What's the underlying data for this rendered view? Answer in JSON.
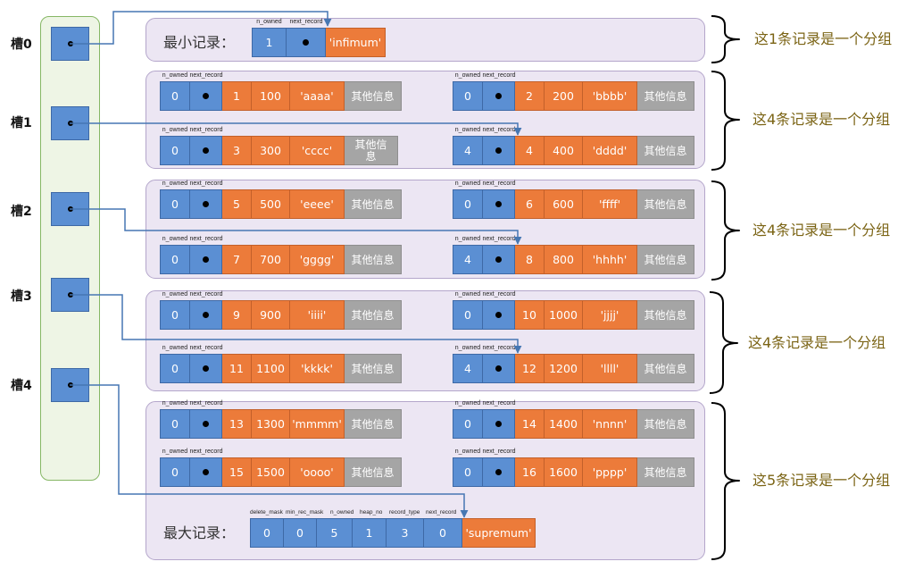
{
  "labels": {
    "n_owned": "n_owned",
    "next_record": "next_record",
    "delete_mask": "delete_mask",
    "min_rec_mask": "min_rec_mask",
    "heap_no": "heap_no",
    "record_type": "record_type",
    "other_info": "其他信息"
  },
  "slots": [
    {
      "label": "槽0"
    },
    {
      "label": "槽1"
    },
    {
      "label": "槽2"
    },
    {
      "label": "槽3"
    },
    {
      "label": "槽4"
    }
  ],
  "infimum": {
    "title": "最小记录：",
    "n_owned": "1",
    "value": "'infimum'"
  },
  "supremum": {
    "title": "最大记录：",
    "delete_mask": "0",
    "min_rec_mask": "0",
    "n_owned": "5",
    "heap_no": "1",
    "record_type": "3",
    "next_record": "0",
    "value": "'supremum'"
  },
  "groups": [
    {
      "caption": "这1条记录是一个分组"
    },
    {
      "caption": "这4条记录是一个分组",
      "records": [
        {
          "n_owned": "0",
          "col1": "1",
          "col2": "100",
          "col3": "'aaaa'"
        },
        {
          "n_owned": "0",
          "col1": "2",
          "col2": "200",
          "col3": "'bbbb'"
        },
        {
          "n_owned": "0",
          "col1": "3",
          "col2": "300",
          "col3": "'cccc'"
        },
        {
          "n_owned": "4",
          "col1": "4",
          "col2": "400",
          "col3": "'dddd'"
        }
      ]
    },
    {
      "caption": "这4条记录是一个分组",
      "records": [
        {
          "n_owned": "0",
          "col1": "5",
          "col2": "500",
          "col3": "'eeee'"
        },
        {
          "n_owned": "0",
          "col1": "6",
          "col2": "600",
          "col3": "'ffff'"
        },
        {
          "n_owned": "0",
          "col1": "7",
          "col2": "700",
          "col3": "'gggg'"
        },
        {
          "n_owned": "4",
          "col1": "8",
          "col2": "800",
          "col3": "'hhhh'"
        }
      ]
    },
    {
      "caption": "这4条记录是一个分组",
      "records": [
        {
          "n_owned": "0",
          "col1": "9",
          "col2": "900",
          "col3": "'iiii'"
        },
        {
          "n_owned": "0",
          "col1": "10",
          "col2": "1000",
          "col3": "'jjjj'"
        },
        {
          "n_owned": "0",
          "col1": "11",
          "col2": "1100",
          "col3": "'kkkk'"
        },
        {
          "n_owned": "4",
          "col1": "12",
          "col2": "1200",
          "col3": "'llll'"
        }
      ]
    },
    {
      "caption": "这5条记录是一个分组",
      "records": [
        {
          "n_owned": "0",
          "col1": "13",
          "col2": "1300",
          "col3": "'mmmm'"
        },
        {
          "n_owned": "0",
          "col1": "14",
          "col2": "1400",
          "col3": "'nnnn'"
        },
        {
          "n_owned": "0",
          "col1": "15",
          "col2": "1500",
          "col3": "'oooo'"
        },
        {
          "n_owned": "0",
          "col1": "16",
          "col2": "1600",
          "col3": "'pppp'"
        }
      ]
    }
  ],
  "icons": {
    "record_pointer": "pointer-dot-icon",
    "slot_link": "pointer-arrow-icon",
    "group_marker": "brace-icon"
  },
  "colors": {
    "slot_blue": "#5b8fd3",
    "blue_border": "#3e69a6",
    "field_orange": "#ec7b3a",
    "orange_border": "#c3602a",
    "other_gray": "#a5a5a5",
    "gray_border": "#8e8e8e",
    "group_fill": "#ece6f3",
    "group_border": "#b4a6cb",
    "panel_fill": "#eef5e5",
    "panel_border": "#86b765",
    "arrow": "#4677b3",
    "caption": "#7b6415"
  }
}
